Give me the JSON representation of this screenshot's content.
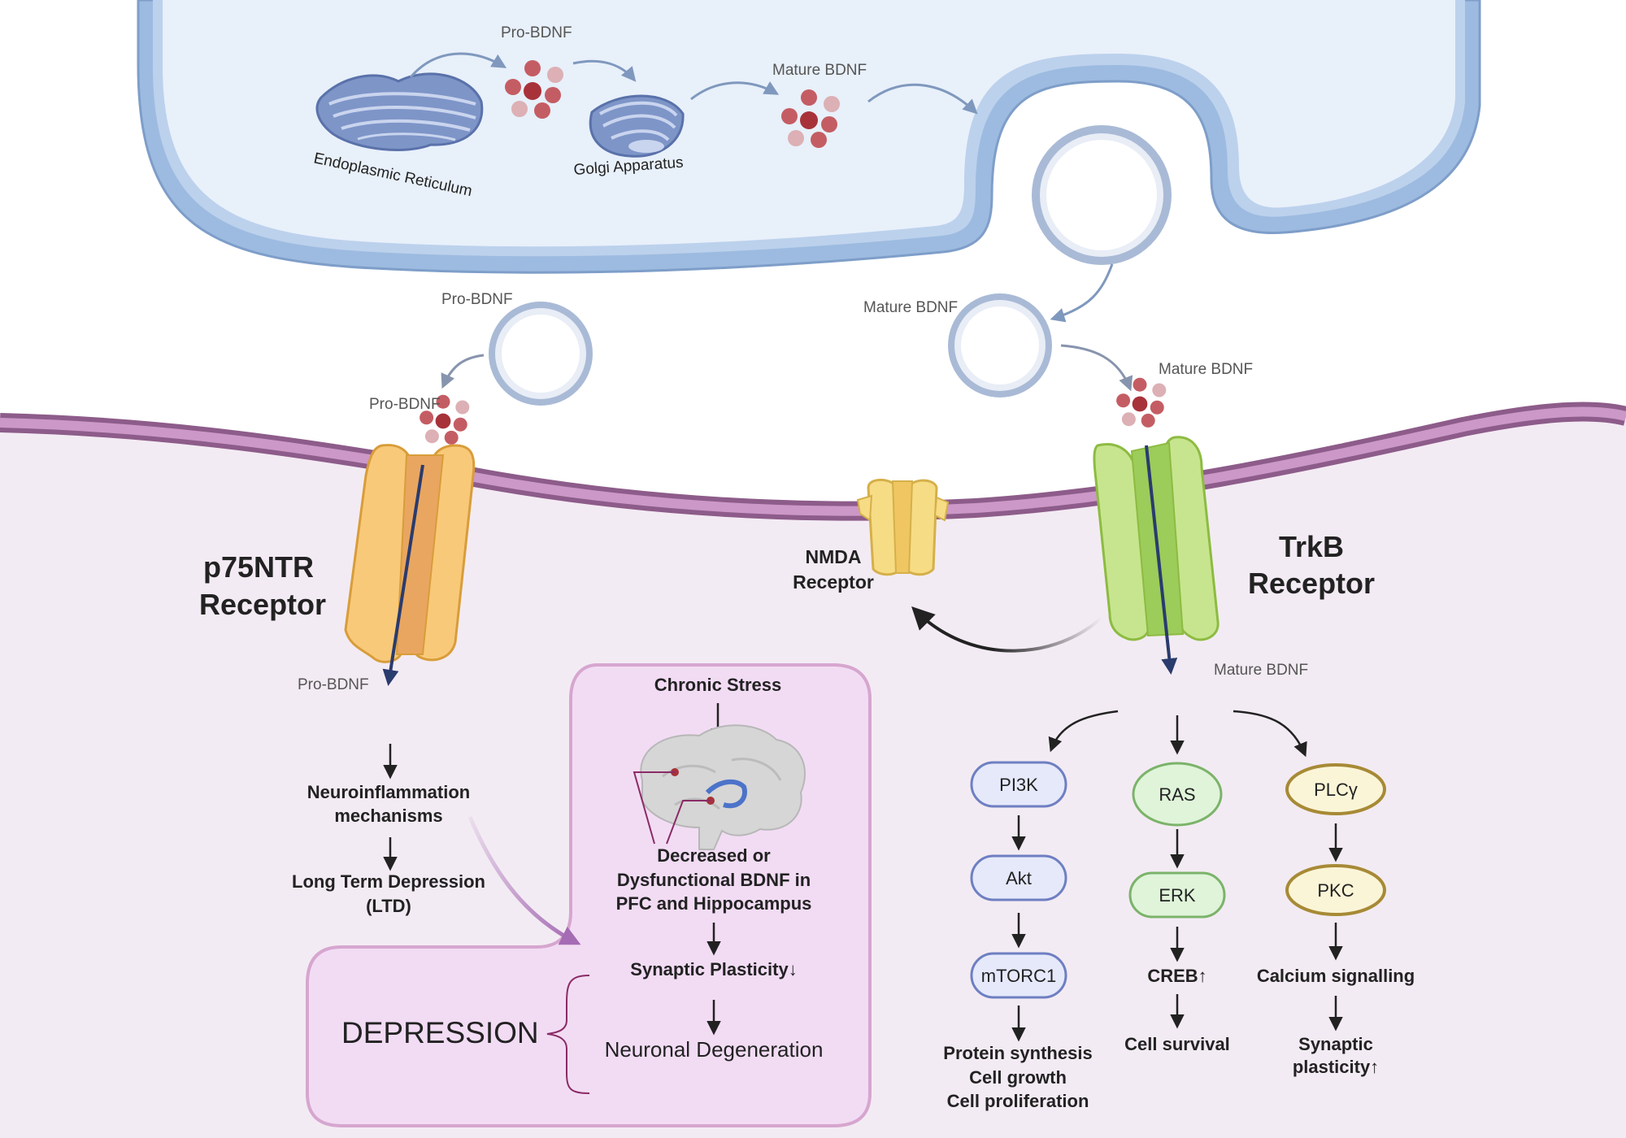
{
  "presynaptic": {
    "er_label": "Endoplasmic Reticulum",
    "golgi_label": "Golgi Apparatus",
    "pro_bdnf_label": "Pro-BDNF",
    "mature_bdnf_label": "Mature BDNF"
  },
  "vesicles": {
    "left_label": "Pro-BDNF",
    "right_label": "Mature BDNF"
  },
  "p75": {
    "incoming_label": "Pro-BDNF",
    "title_line1": "p75NTR",
    "title_line2": "Receptor",
    "outgoing_label": "Pro-BDNF",
    "step1_line1": "Neuroinflammation",
    "step1_line2": "mechanisms",
    "step2_line1": "Long Term Depression",
    "step2_line2": "(LTD)"
  },
  "nmda": {
    "line1": "NMDA",
    "line2": "Receptor"
  },
  "trkb": {
    "incoming_label": "Mature BDNF",
    "title_line1": "TrkB",
    "title_line2": "Receptor",
    "outgoing_label": "Mature BDNF"
  },
  "pathways": {
    "pi3k": {
      "nodes": [
        "PI3K",
        "Akt",
        "mTORC1"
      ],
      "outcome": [
        "Protein synthesis",
        "Cell growth",
        "Cell proliferation"
      ]
    },
    "ras": {
      "nodes": [
        "RAS",
        "ERK"
      ],
      "creb": "CREB↑",
      "outcome": "Cell survival"
    },
    "plc": {
      "nodes": [
        "PLCγ",
        "PKC"
      ],
      "step": "Calcium signalling",
      "outcome": [
        "Synaptic",
        "plasticity↑"
      ]
    }
  },
  "depression_box": {
    "chronic_stress": "Chronic Stress",
    "bdnf_line1": "Decreased or",
    "bdnf_line2": "Dysfunctional BDNF in",
    "bdnf_line3": "PFC and Hippocampus",
    "plasticity": "Synaptic Plasticity↓",
    "degeneration": "Neuronal Degeneration",
    "depression": "DEPRESSION"
  },
  "colors": {
    "presynaptic_fill": "#e8f0fa",
    "presynaptic_membrane": "#9dbbe0",
    "postsynaptic_fill": "#f3ebf3",
    "postsynaptic_membrane": "#b67fb3",
    "bdnf_dark": "#a8323a",
    "bdnf_mid": "#c45d63",
    "bdnf_light": "#dcb0b4",
    "p75_fill": "#f9c97a",
    "trkb_fill": "#c7e58e",
    "nmda_fill": "#f7dc86",
    "depression_text": "#8b2b66",
    "box_fill": "#f2dcf4",
    "box_stroke": "#d6a6cf"
  }
}
